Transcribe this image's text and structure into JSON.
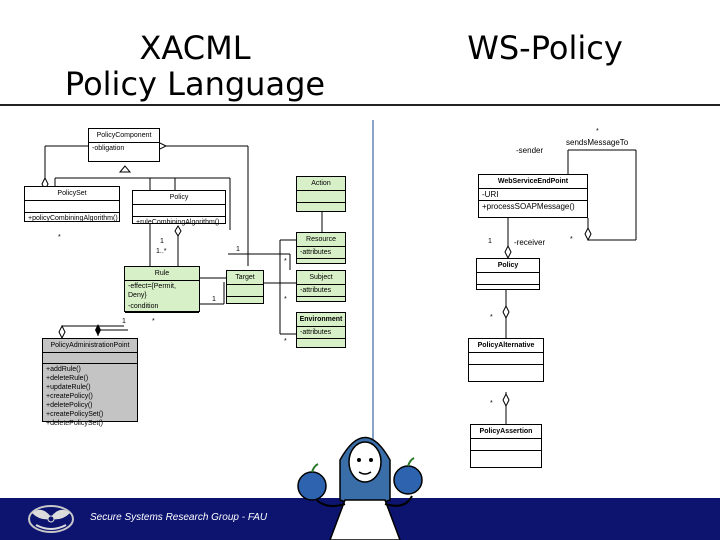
{
  "titles": {
    "left": "XACML\nPolicy Language",
    "right": "WS-Policy"
  },
  "xacml": {
    "policy_component": {
      "name": "PolicyComponent",
      "attr": "-obligation"
    },
    "policy_set": {
      "name": "PolicySet",
      "op": "+policyCombiningAlgorithm()"
    },
    "policy": {
      "name": "Policy",
      "op": "+ruleCombiningAlgorithm()"
    },
    "rule": {
      "name": "Rule",
      "attr1": "-effect={Permit, Deny}",
      "attr2": "-condition"
    },
    "target": {
      "name": "Target"
    },
    "action": {
      "name": "Action"
    },
    "resource": {
      "name": "Resource",
      "attr": "-attributes"
    },
    "subject": {
      "name": "Subject",
      "attr": "-attributes"
    },
    "environment": {
      "name": "Environment",
      "attr": "-attributes"
    },
    "admin_point": {
      "name": "PolicyAdministrationPoint",
      "ops": [
        "+addRule()",
        "+deleteRule()",
        "+updateRule()",
        "+createPolicy()",
        "+deletePolicy()",
        "+createPolicySet()",
        "+deletePolicySet()"
      ]
    },
    "multiplicities": {
      "m1": "1",
      "m2": "1..*",
      "m3": "1",
      "m4": "1",
      "m5": "1",
      "m6": "*",
      "m7": "*",
      "m8": "*",
      "m9": "*",
      "m10": "*"
    }
  },
  "wspolicy": {
    "sends_message_to": "sendsMessageTo",
    "sender": "-sender",
    "receiver": "-receiver",
    "endpoint": {
      "name": "WebServiceEndPoint",
      "attr": "-URI",
      "op": "+processSOAPMessage()"
    },
    "policy": {
      "name": "Policy"
    },
    "alternative": {
      "name": "PolicyAlternative"
    },
    "assertion": {
      "name": "PolicyAssertion"
    },
    "multiplicities": {
      "m1": "1",
      "m2": "*",
      "m3": "*",
      "m4": "*",
      "m5": "*"
    }
  },
  "footer": {
    "text": "Secure Systems Research Group - FAU"
  },
  "colors": {
    "footer_bg": "#0c1470",
    "class_green": "#d8f0c8",
    "class_gray": "#c4c4c4",
    "divider": "#8aa4c8"
  }
}
